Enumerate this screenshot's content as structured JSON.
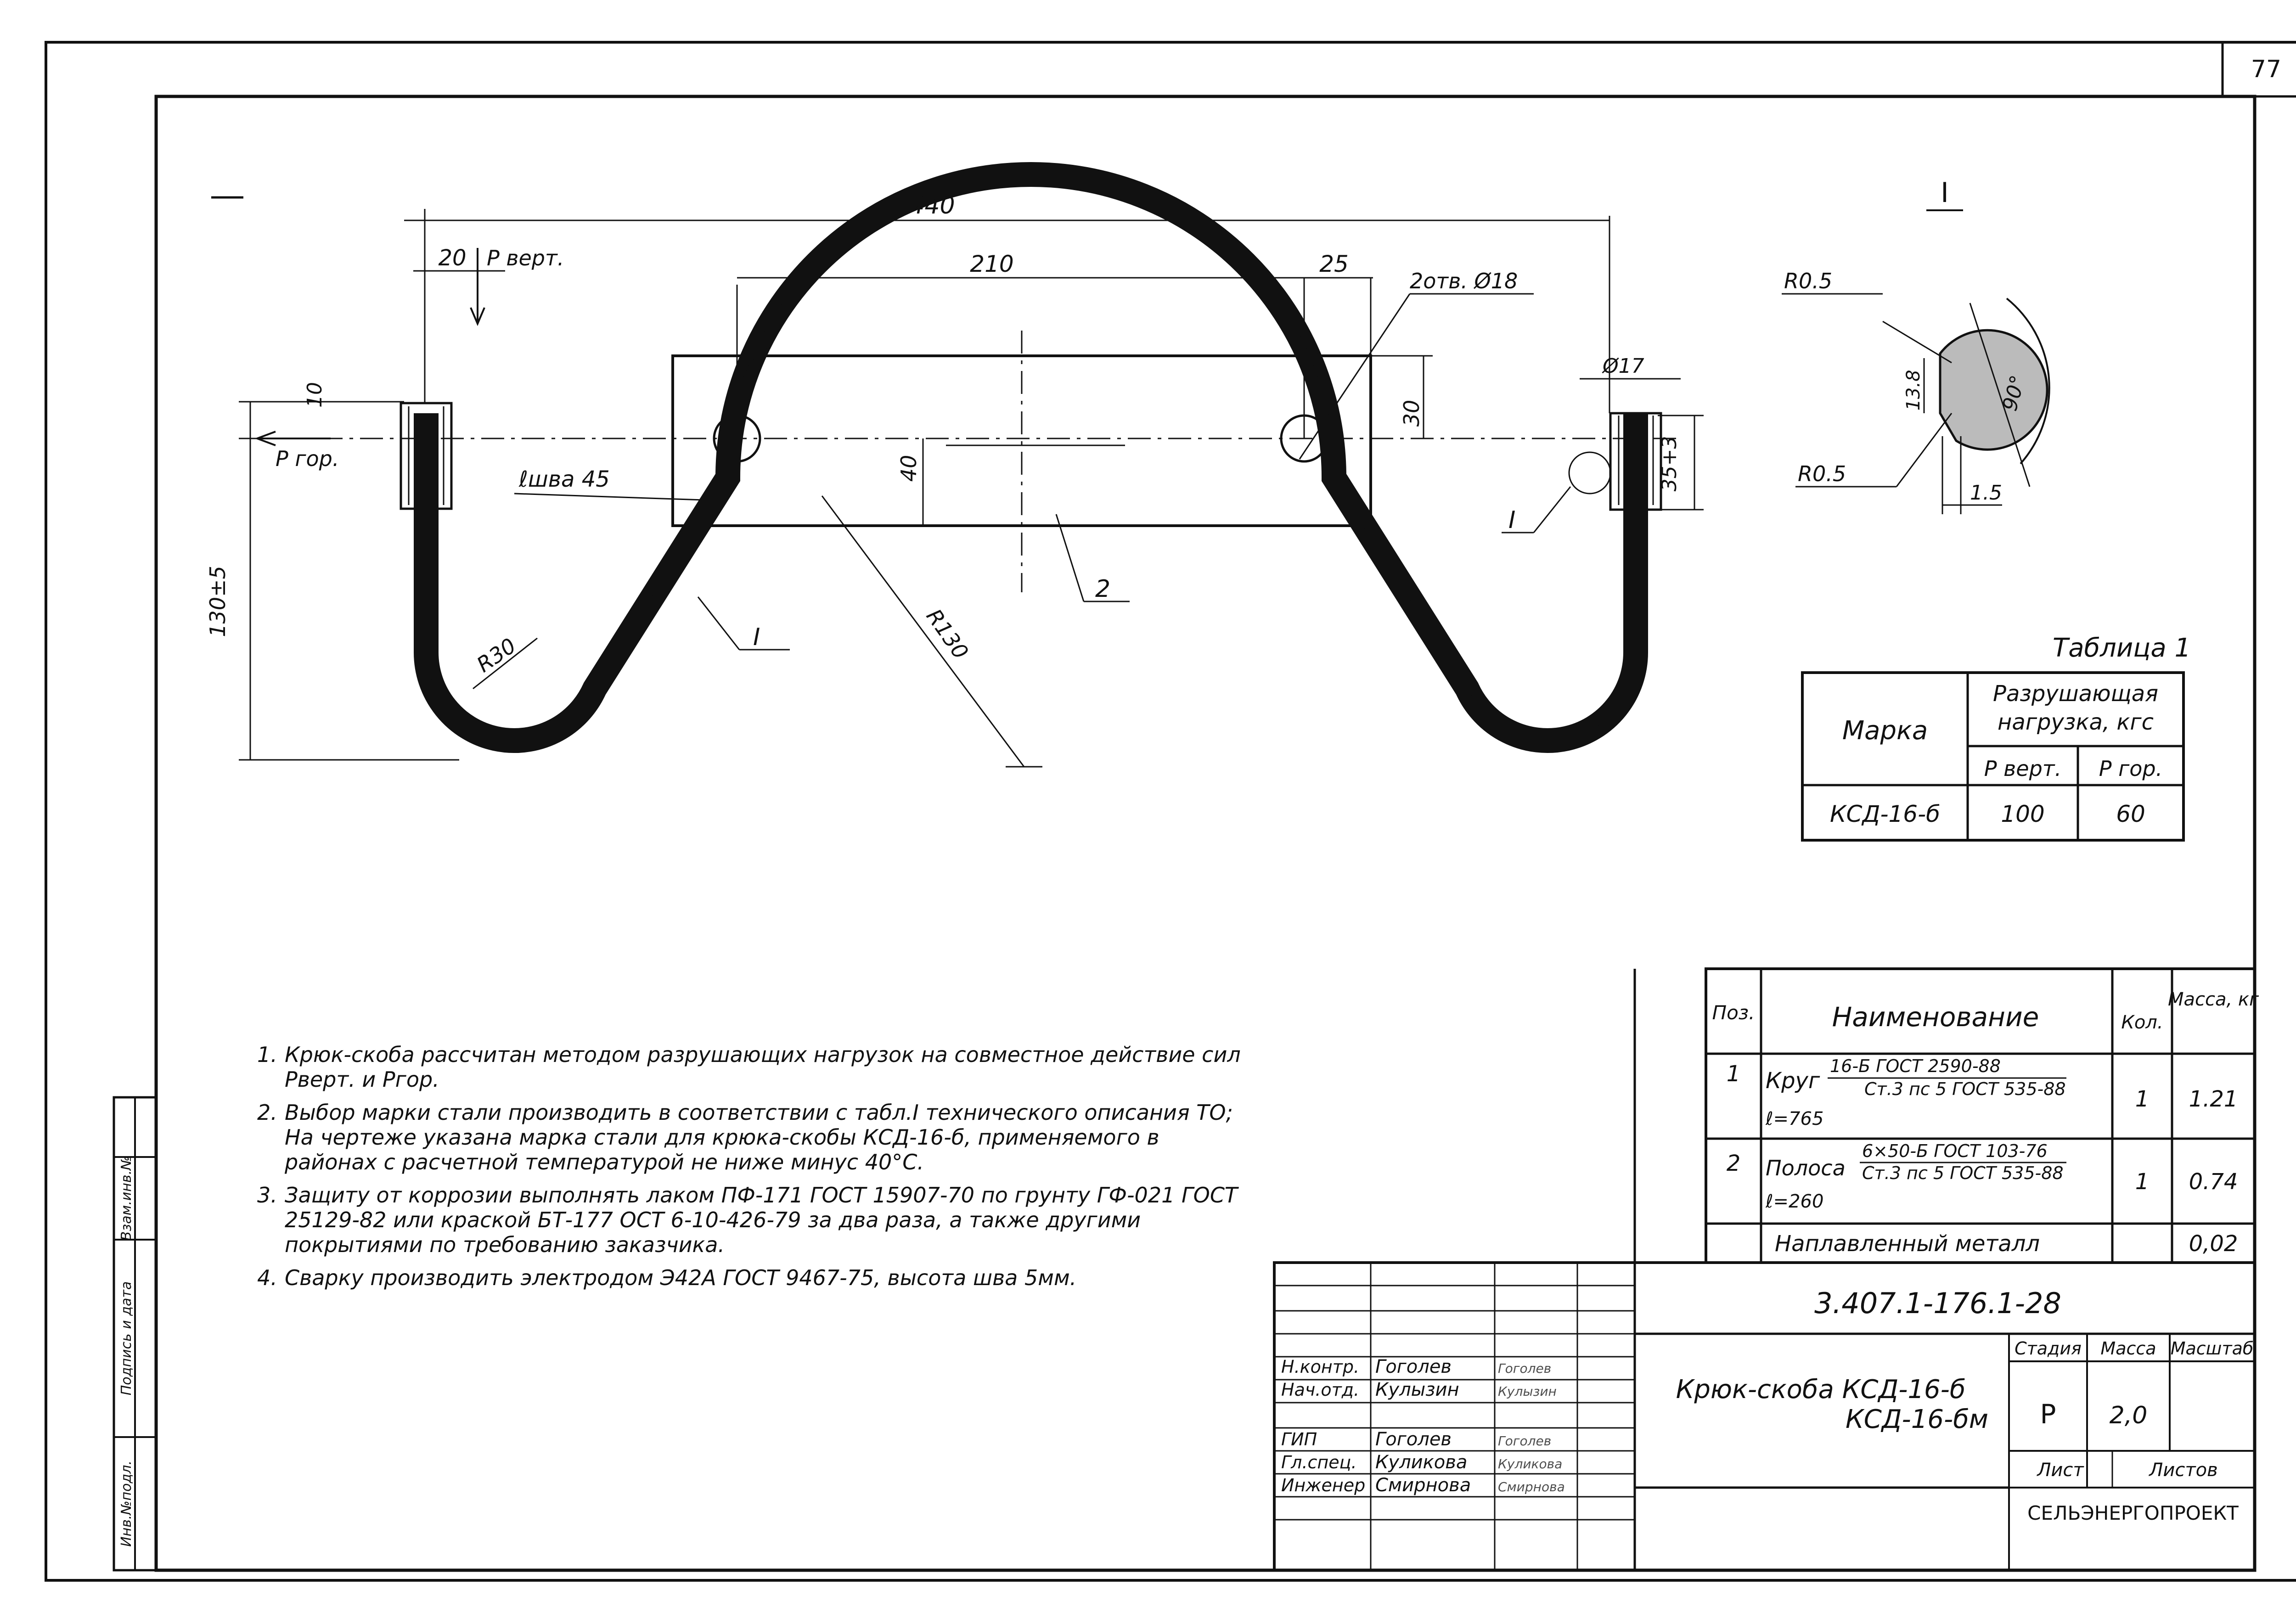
{
  "page_number": "77",
  "drawing": {
    "dims": {
      "overall": "440",
      "left_offset": "20",
      "hole_spacing": "210",
      "edge_to_hole": "25",
      "holes": "2отв. Ø18",
      "plate_half_height": "30",
      "plate_offset": "40",
      "rod_diameter": "Ø17",
      "rod_length_right": "35+3",
      "hook_height": "130±5",
      "top_offset": "10",
      "bend_radius_small": "R30",
      "bend_radius_large": "R130",
      "weld_length": "ℓшва 45"
    },
    "forces": {
      "vertical": "Р верт.",
      "horizontal": "Р гор."
    },
    "callouts": {
      "section_mark": "I",
      "section_mark_right": "I",
      "part_2": "2"
    }
  },
  "section_detail": {
    "title": "I",
    "r_top": "R0.5",
    "r_bottom": "R0.5",
    "dim_vertical": "13.8",
    "dim_bottom": "1.5",
    "angle": "90°"
  },
  "table1": {
    "title": "Таблица 1",
    "col_marka": "Марка",
    "col_load": "Разрушающая нагрузка, кгс",
    "col_pvert": "Р верт.",
    "col_pgor": "Р гор.",
    "row": {
      "marka": "КСД-16-б",
      "pvert": "100",
      "pgor": "60"
    }
  },
  "spec": {
    "headers": {
      "pos": "Поз.",
      "name": "Наименование",
      "qty": "Кол.",
      "mass": "Масса, кг"
    },
    "rows": [
      {
        "pos": "1",
        "name": "Круг",
        "spec_top": "16-Б ГОСТ 2590-88",
        "spec_bottom": "Ст.3 пс 5 ГОСТ 535-88",
        "extra": "ℓ=765",
        "qty": "1",
        "mass": "1.21"
      },
      {
        "pos": "2",
        "name": "Полоса",
        "spec_top": "6×50-Б ГОСТ 103-76",
        "spec_bottom": "Ст.3 пс 5 ГОСТ 535-88",
        "extra": "ℓ=260",
        "qty": "1",
        "mass": "0.74"
      },
      {
        "pos": "",
        "name": "Наплавленный металл",
        "spec_top": "",
        "spec_bottom": "",
        "extra": "",
        "qty": "",
        "mass": "0,02"
      }
    ]
  },
  "notes": [
    {
      "num": "1.",
      "text": "Крюк-скоба рассчитан методом разрушающих нагрузок на совместное действие сил Рверт. и Ргор."
    },
    {
      "num": "2.",
      "text": "Выбор марки стали производить в соответствии с табл.I технического описания ТО; На чертеже указана марка стали для крюка-скобы КСД-16-б, применяемого в районах с расчетной температурой не ниже минус 40°С."
    },
    {
      "num": "3.",
      "text": "Защиту от коррозии выполнять лаком ПФ-171 ГОСТ 15907-70 по грунту ГФ-021 ГОСТ 25129-82 или краской БТ-177 ОСТ 6-10-426-79 за два раза, а также другими покрытиями по требованию заказчика."
    },
    {
      "num": "4.",
      "text": "Сварку производить электродом Э42А ГОСТ 9467-75, высота шва 5мм."
    }
  ],
  "title_block": {
    "doc_number": "3.407.1-176.1-28",
    "title_line1": "Крюк-скоба КСД-16-б",
    "title_line2": "КСД-16-бм",
    "stage_label": "Стадия",
    "mass_label": "Масса",
    "scale_label": "Масштаб",
    "stage": "Р",
    "mass": "2,0",
    "sheet_label": "Лист",
    "sheets_label": "Листов",
    "org": "СЕЛЬЭНЕРГОПРОЕКТ",
    "roles": [
      {
        "role": "Н.контр.",
        "name": "Гоголев",
        "sign": "Гоголев"
      },
      {
        "role": "Нач.отд.",
        "name": "Кулызин",
        "sign": "Кулызин"
      },
      {
        "role": "",
        "name": "",
        "sign": ""
      },
      {
        "role": "ГИП",
        "name": "Гоголев",
        "sign": "Гоголев"
      },
      {
        "role": "Гл.спец.",
        "name": "Куликова",
        "sign": "Куликова"
      },
      {
        "role": "Инженер",
        "name": "Смирнова",
        "sign": "Смирнова"
      }
    ]
  },
  "side_stamp": {
    "inv": "Инв.№подл.",
    "sign_date": "Подпись и дата",
    "inv_dup": "Взам.инв.№"
  }
}
